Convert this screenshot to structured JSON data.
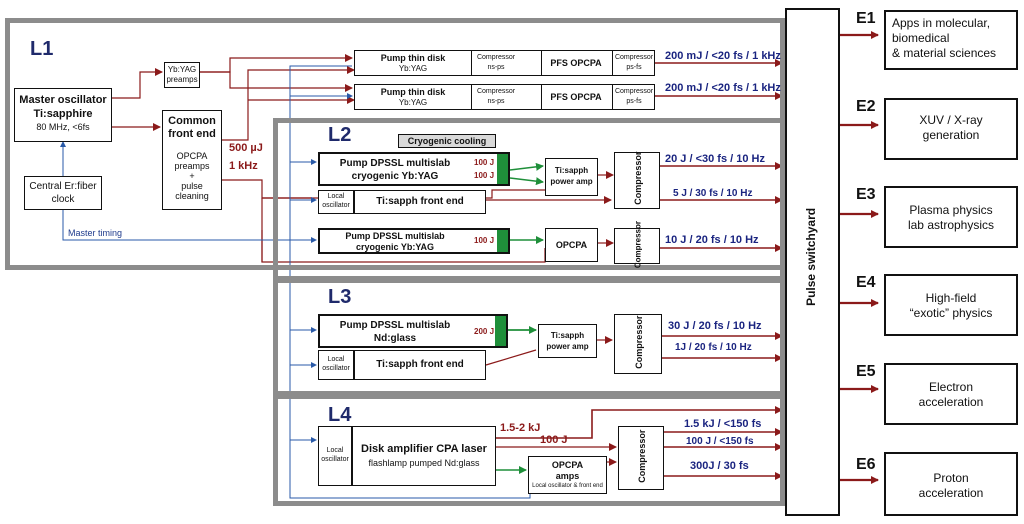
{
  "groups": {
    "l1": "L1",
    "l2": "L2",
    "l3": "L3",
    "l4": "L4",
    "e1": "E1",
    "e2": "E2",
    "e3": "E3",
    "e4": "E4",
    "e5": "E5",
    "e6": "E6"
  },
  "l1": {
    "master_title": "Master oscillator",
    "master_sub": "Ti:sapphire",
    "master_spec": "80 MHz, <6fs",
    "central_clock_1": "Central Er:fiber",
    "central_clock_2": "clock",
    "yb_yag_1": "Yb:YAG",
    "yb_yag_2": "preamps",
    "front_end_1": "Common",
    "front_end_2": "front end",
    "front_end_3": "OPCPA",
    "front_end_4": "preamps",
    "front_end_5": "+",
    "front_end_6": "pulse",
    "front_end_7": "cleaning",
    "energy_500": "500 µJ",
    "rate_1k": "1 kHz",
    "master_timing": "Master timing",
    "pump_thin_disk": "Pump thin disk",
    "pump_thin_disk_sub": "Yb:YAG",
    "comp_ns_1": "Compressor",
    "comp_ns_2": "ns-ps",
    "pfs_opcpa": "PFS OPCPA",
    "comp_ps_1": "Compressor",
    "comp_ps_2": "ps-fs",
    "out_1": "200 mJ / <20 fs / 1 kHz",
    "out_2": "200 mJ / <20 fs / 1 kHz"
  },
  "l2": {
    "cryo": "Cryogenic cooling",
    "pump1_1": "Pump DPSSL multislab",
    "pump1_2": "cryogenic Yb:YAG",
    "pump1_e1": "100 J",
    "pump1_e2": "100 J",
    "ti_amp_1": "Ti:sapph",
    "ti_amp_2": "power amp",
    "compressor": "Compressor",
    "local_osc_1": "Local",
    "local_osc_2": "oscillator",
    "ti_front": "Ti:sapph front end",
    "pump2_1": "Pump DPSSL multislab",
    "pump2_2": "cryogenic Yb:YAG",
    "pump2_e": "100 J",
    "opcpa": "OPCPA",
    "compressor2": "Compressor",
    "out_1": "20 J / <30 fs / 10 Hz",
    "out_2": "5 J / 30 fs / 10 Hz",
    "out_3": "10 J / 20 fs / 10 Hz"
  },
  "l3": {
    "pump_1": "Pump DPSSL multislab",
    "pump_2": "Nd:glass",
    "pump_e": "200 J",
    "ti_amp_1": "Ti:sapph",
    "ti_amp_2": "power amp",
    "compressor": "Compressor",
    "local_osc_1": "Local",
    "local_osc_2": "oscillator",
    "ti_front": "Ti:sapph front end",
    "out_1": "30 J / 20 fs / 10 Hz",
    "out_2": "1J / 20 fs / 10 Hz"
  },
  "l4": {
    "local_osc_1": "Local",
    "local_osc_2": "oscillator",
    "disk_1": "Disk amplifier CPA laser",
    "disk_2": "flashlamp pumped Nd:glass",
    "e_15": "1.5-2 kJ",
    "e_100": "100 J",
    "opcpa_1": "OPCPA",
    "opcpa_2": "amps",
    "opcpa_3": "Local oscillator & front end",
    "compressor": "Compressor",
    "out_1": "1.5 kJ / <150 fs",
    "out_2": "100 J / <150 fs",
    "out_3": "300J / 30 fs"
  },
  "switchyard": "Pulse switchyard",
  "apps": {
    "e1_1": "Apps in molecular,",
    "e1_2": "biomedical",
    "e1_3": "& material sciences",
    "e2_1": "XUV / X-ray",
    "e2_2": "generation",
    "e3_1": "Plasma physics",
    "e3_2": "lab astrophysics",
    "e4_1": "High-field",
    "e4_2": "“exotic” physics",
    "e5_1": "Electron",
    "e5_2": "acceleration",
    "e6_1": "Proton",
    "e6_2": "acceleration"
  },
  "colors": {
    "red": "#8b1a1a",
    "blue": "#2a5aa8",
    "green": "#1f8f3a",
    "frame": "#8c8c8c",
    "label": "#1f2a6b"
  }
}
